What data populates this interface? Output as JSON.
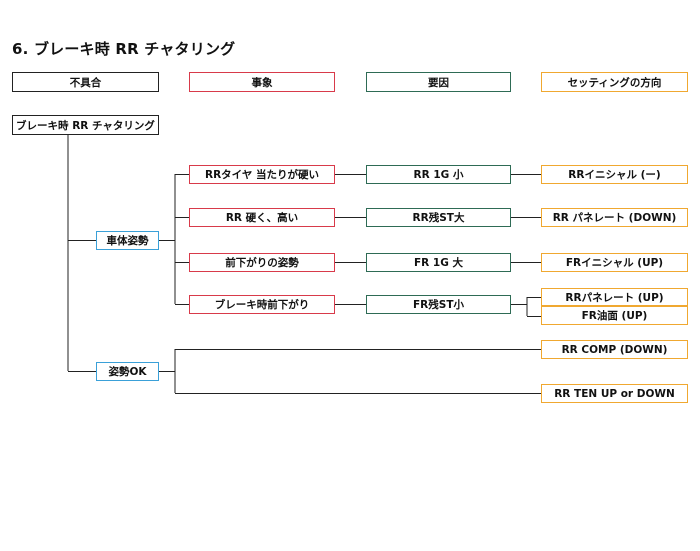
{
  "title": "6. ブレーキ時 RR チャタリング",
  "colors": {
    "black": "#222222",
    "red": "#d83a4a",
    "green": "#2e6b55",
    "orange": "#f0a830",
    "blue": "#3aa0d8"
  },
  "headers": {
    "defect": "不具合",
    "phenomenon": "事象",
    "cause": "要因",
    "setting": "セッティングの方向"
  },
  "root": "ブレーキ時 RR チャタリング",
  "groups": {
    "body_posture": "車体姿勢",
    "posture_ok": "姿勢OK"
  },
  "phenomena": [
    "RRタイヤ 当たりが硬い",
    "RR 硬く、高い",
    "前下がりの姿勢",
    "ブレーキ時前下がり"
  ],
  "causes": [
    "RR 1G 小",
    "RR残ST大",
    "FR 1G 大",
    "FR残ST小"
  ],
  "settings": [
    "RRイニシャル (ー)",
    "RR パネレート (DOWN)",
    "FRイニシャル (UP)",
    "RRパネレート (UP)",
    "FR油面 (UP)",
    "RR COMP (DOWN)",
    "RR TEN UP or DOWN"
  ]
}
